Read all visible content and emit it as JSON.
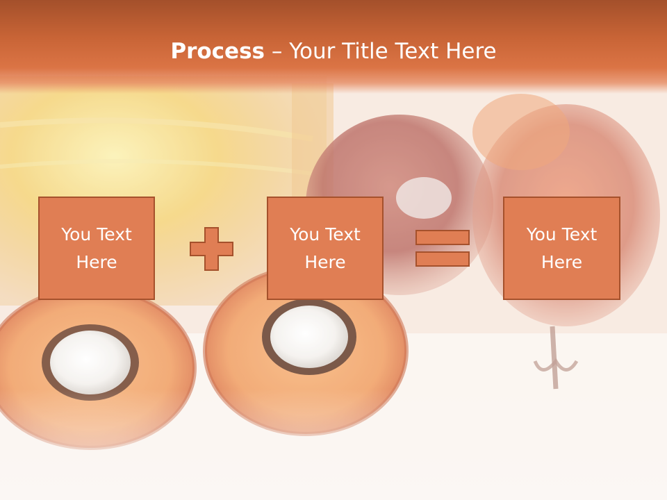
{
  "slide": {
    "title_bold": "Process",
    "title_rest": " – Your Title Text Here",
    "colors": {
      "title_bar": "#c86436",
      "box_fill": "#e07e54",
      "box_border": "#a5512c",
      "text": "#ffffff"
    },
    "background_image": "oil-palm-fruit-photo",
    "boxes": [
      {
        "text": "You Text\nHere"
      },
      {
        "text": "You Text\nHere"
      },
      {
        "text": "You Text\nHere"
      }
    ],
    "operators": [
      {
        "icon": "plus-icon"
      },
      {
        "icon": "equals-icon"
      }
    ]
  }
}
